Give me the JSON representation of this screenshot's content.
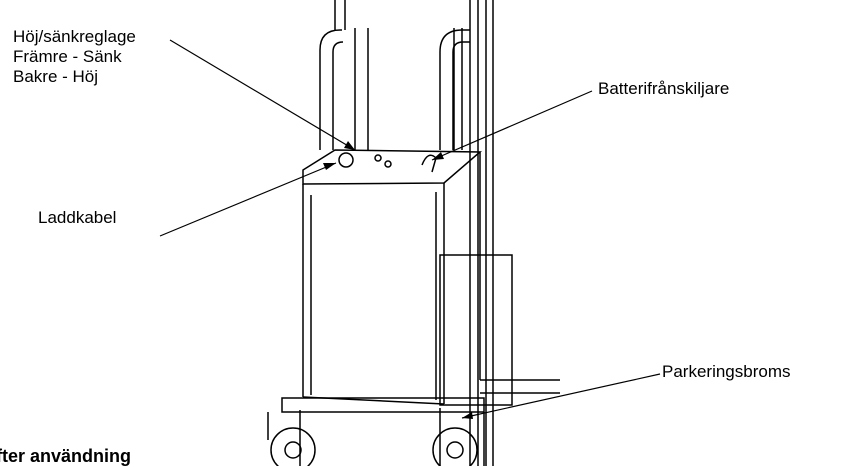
{
  "labels": {
    "hoj_sank": [
      "Höj/sänkreglage",
      "Främre - Sänk",
      "Bakre - Höj"
    ],
    "batteri": "Batterifrånskiljare",
    "laddkabel": "Laddkabel",
    "parkeringsbroms": "Parkeringsbroms"
  },
  "heading": "fter användning",
  "colors": {
    "line": "#000000",
    "background": "#ffffff"
  }
}
